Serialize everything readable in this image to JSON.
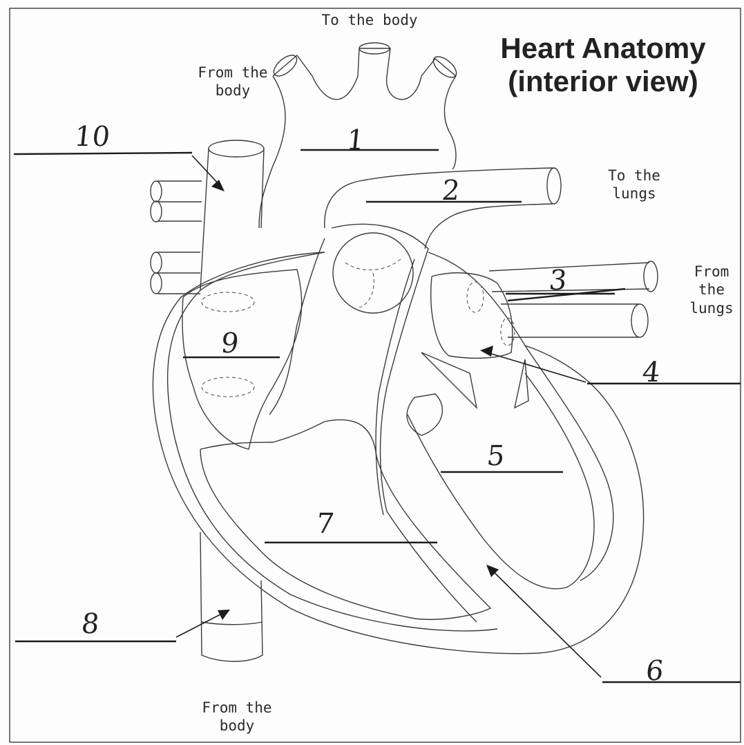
{
  "title": "Heart Anatomy\n(interior view)",
  "captions": {
    "to_body_top": "To the body",
    "from_body_top": "From the\nbody",
    "to_lungs": "To the\nlungs",
    "from_lungs": "From\nthe\nlungs",
    "from_body_bottom": "From the\nbody"
  },
  "labels": [
    "1",
    "2",
    "3",
    "4",
    "5",
    "6",
    "7",
    "8",
    "9",
    "10"
  ]
}
